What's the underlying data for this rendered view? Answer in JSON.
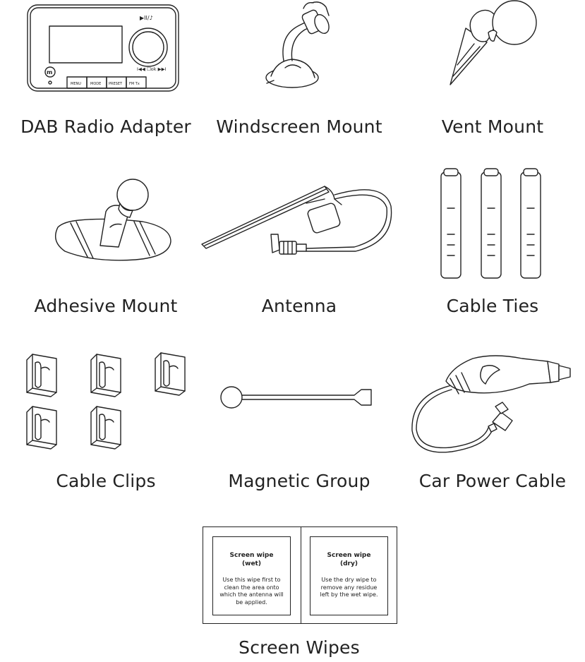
{
  "items": [
    {
      "caption": "DAB Radio Adapter"
    },
    {
      "caption": "Windscreen Mount"
    },
    {
      "caption": "Vent Mount"
    },
    {
      "caption": "Adhesive Mount"
    },
    {
      "caption": "Antenna"
    },
    {
      "caption": "Cable Ties"
    },
    {
      "caption": "Cable Clips"
    },
    {
      "caption": "Magnetic Group"
    },
    {
      "caption": "Car Power Cable"
    },
    {
      "caption": "Screen Wipes"
    }
  ],
  "radio": {
    "buttons": [
      "MENU",
      "MODE",
      "PRESET",
      "FM Tx"
    ],
    "top_label": "▶II/♪",
    "bottom_label": "I◀◀  ☐ok  ▶▶I"
  },
  "wipes": {
    "wet": {
      "title_1": "Screen wipe",
      "title_2": "(wet)",
      "body": "Use this wipe first to clean the area onto which the antenna will be applied."
    },
    "dry": {
      "title_1": "Screen wipe",
      "title_2": "(dry)",
      "body": "Use the dry wipe to remove any residue left by the wet wipe."
    }
  }
}
